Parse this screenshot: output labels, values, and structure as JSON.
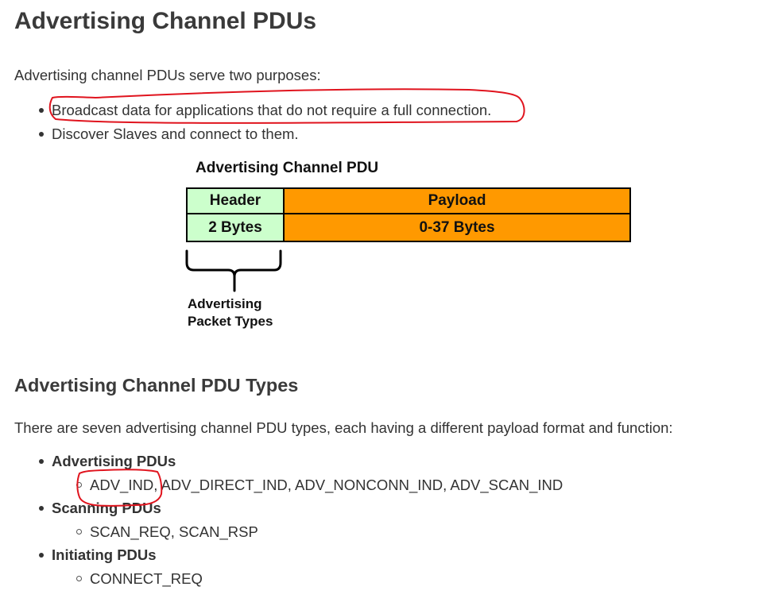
{
  "title": "Advertising Channel PDUs",
  "intro": "Advertising channel PDUs serve two purposes:",
  "purposes": [
    "Broadcast data for applications that do not require a full connection.",
    "Discover Slaves and connect to them."
  ],
  "diagram": {
    "title": "Advertising Channel PDU",
    "header_label": "Header",
    "header_size": "2 Bytes",
    "payload_label": "Payload",
    "payload_size": "0-37 Bytes",
    "brace_label_line1": "Advertising",
    "brace_label_line2": "Packet Types",
    "header_color": "#ccffcc",
    "payload_color": "#ff9900"
  },
  "types_section": {
    "title": "Advertising Channel PDU Types",
    "intro": "There are seven advertising channel PDU types, each having a different payload format and function:",
    "categories": [
      {
        "name": "Advertising PDUs",
        "items": [
          "ADV_IND, ADV_DIRECT_IND, ADV_NONCONN_IND, ADV_SCAN_IND"
        ]
      },
      {
        "name": "Scanning PDUs",
        "items": [
          "SCAN_REQ, SCAN_RSP"
        ]
      },
      {
        "name": "Initiating PDUs",
        "items": [
          "CONNECT_REQ"
        ]
      }
    ]
  },
  "annotation_color": "#e0141e"
}
